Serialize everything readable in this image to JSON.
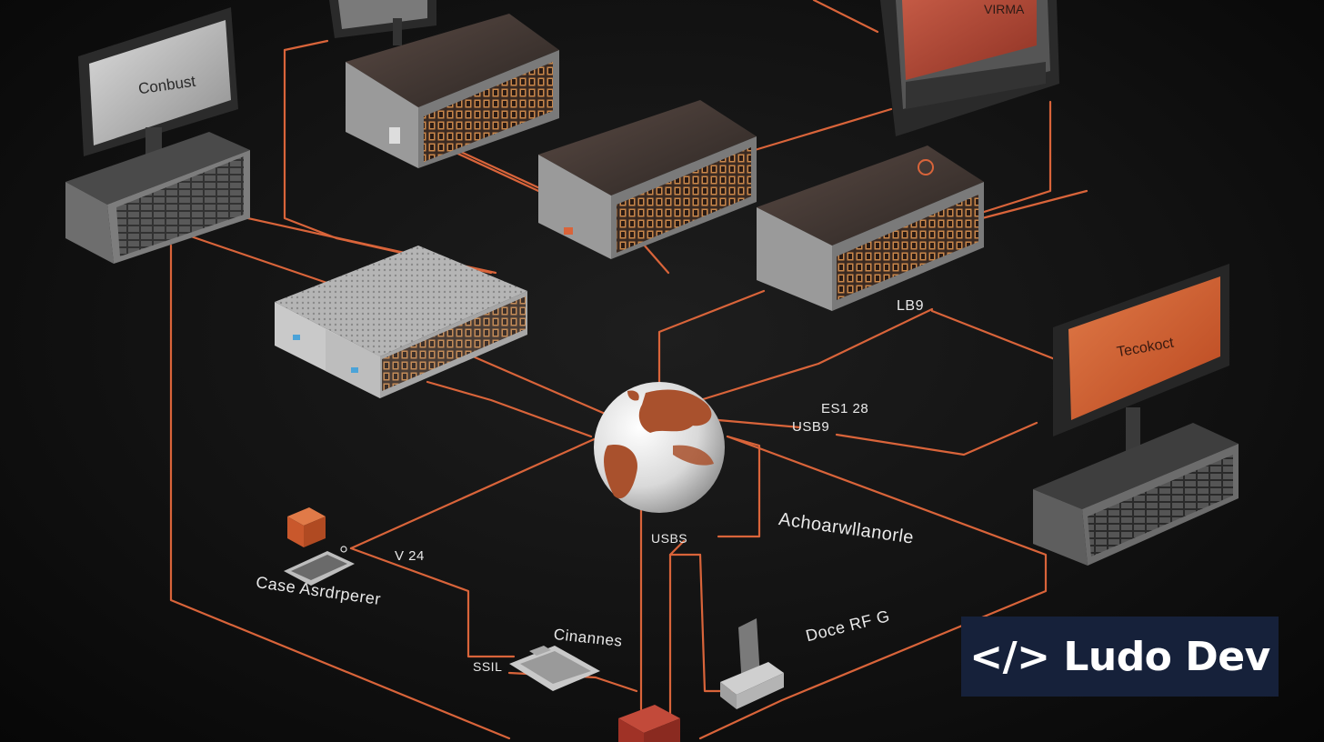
{
  "monitors": {
    "top_left": "Conbust",
    "top_right": "VIRMA",
    "right": "Tecokoct"
  },
  "labels": {
    "lb9": "LB9",
    "es28": "ES1 28",
    "usb9": "USB9",
    "archive": "Achoarwllanorle",
    "usbs": "USBS",
    "v24": "V 24",
    "case": "Case Asrdrperer",
    "channes": "Cinannes",
    "ssil": "SSIL",
    "doce": "Doce RF G"
  },
  "watermark": "</> Ludo Dev",
  "colors": {
    "wire": "#d9643a",
    "background": "#111111",
    "watermark_bg": "#16213a"
  }
}
